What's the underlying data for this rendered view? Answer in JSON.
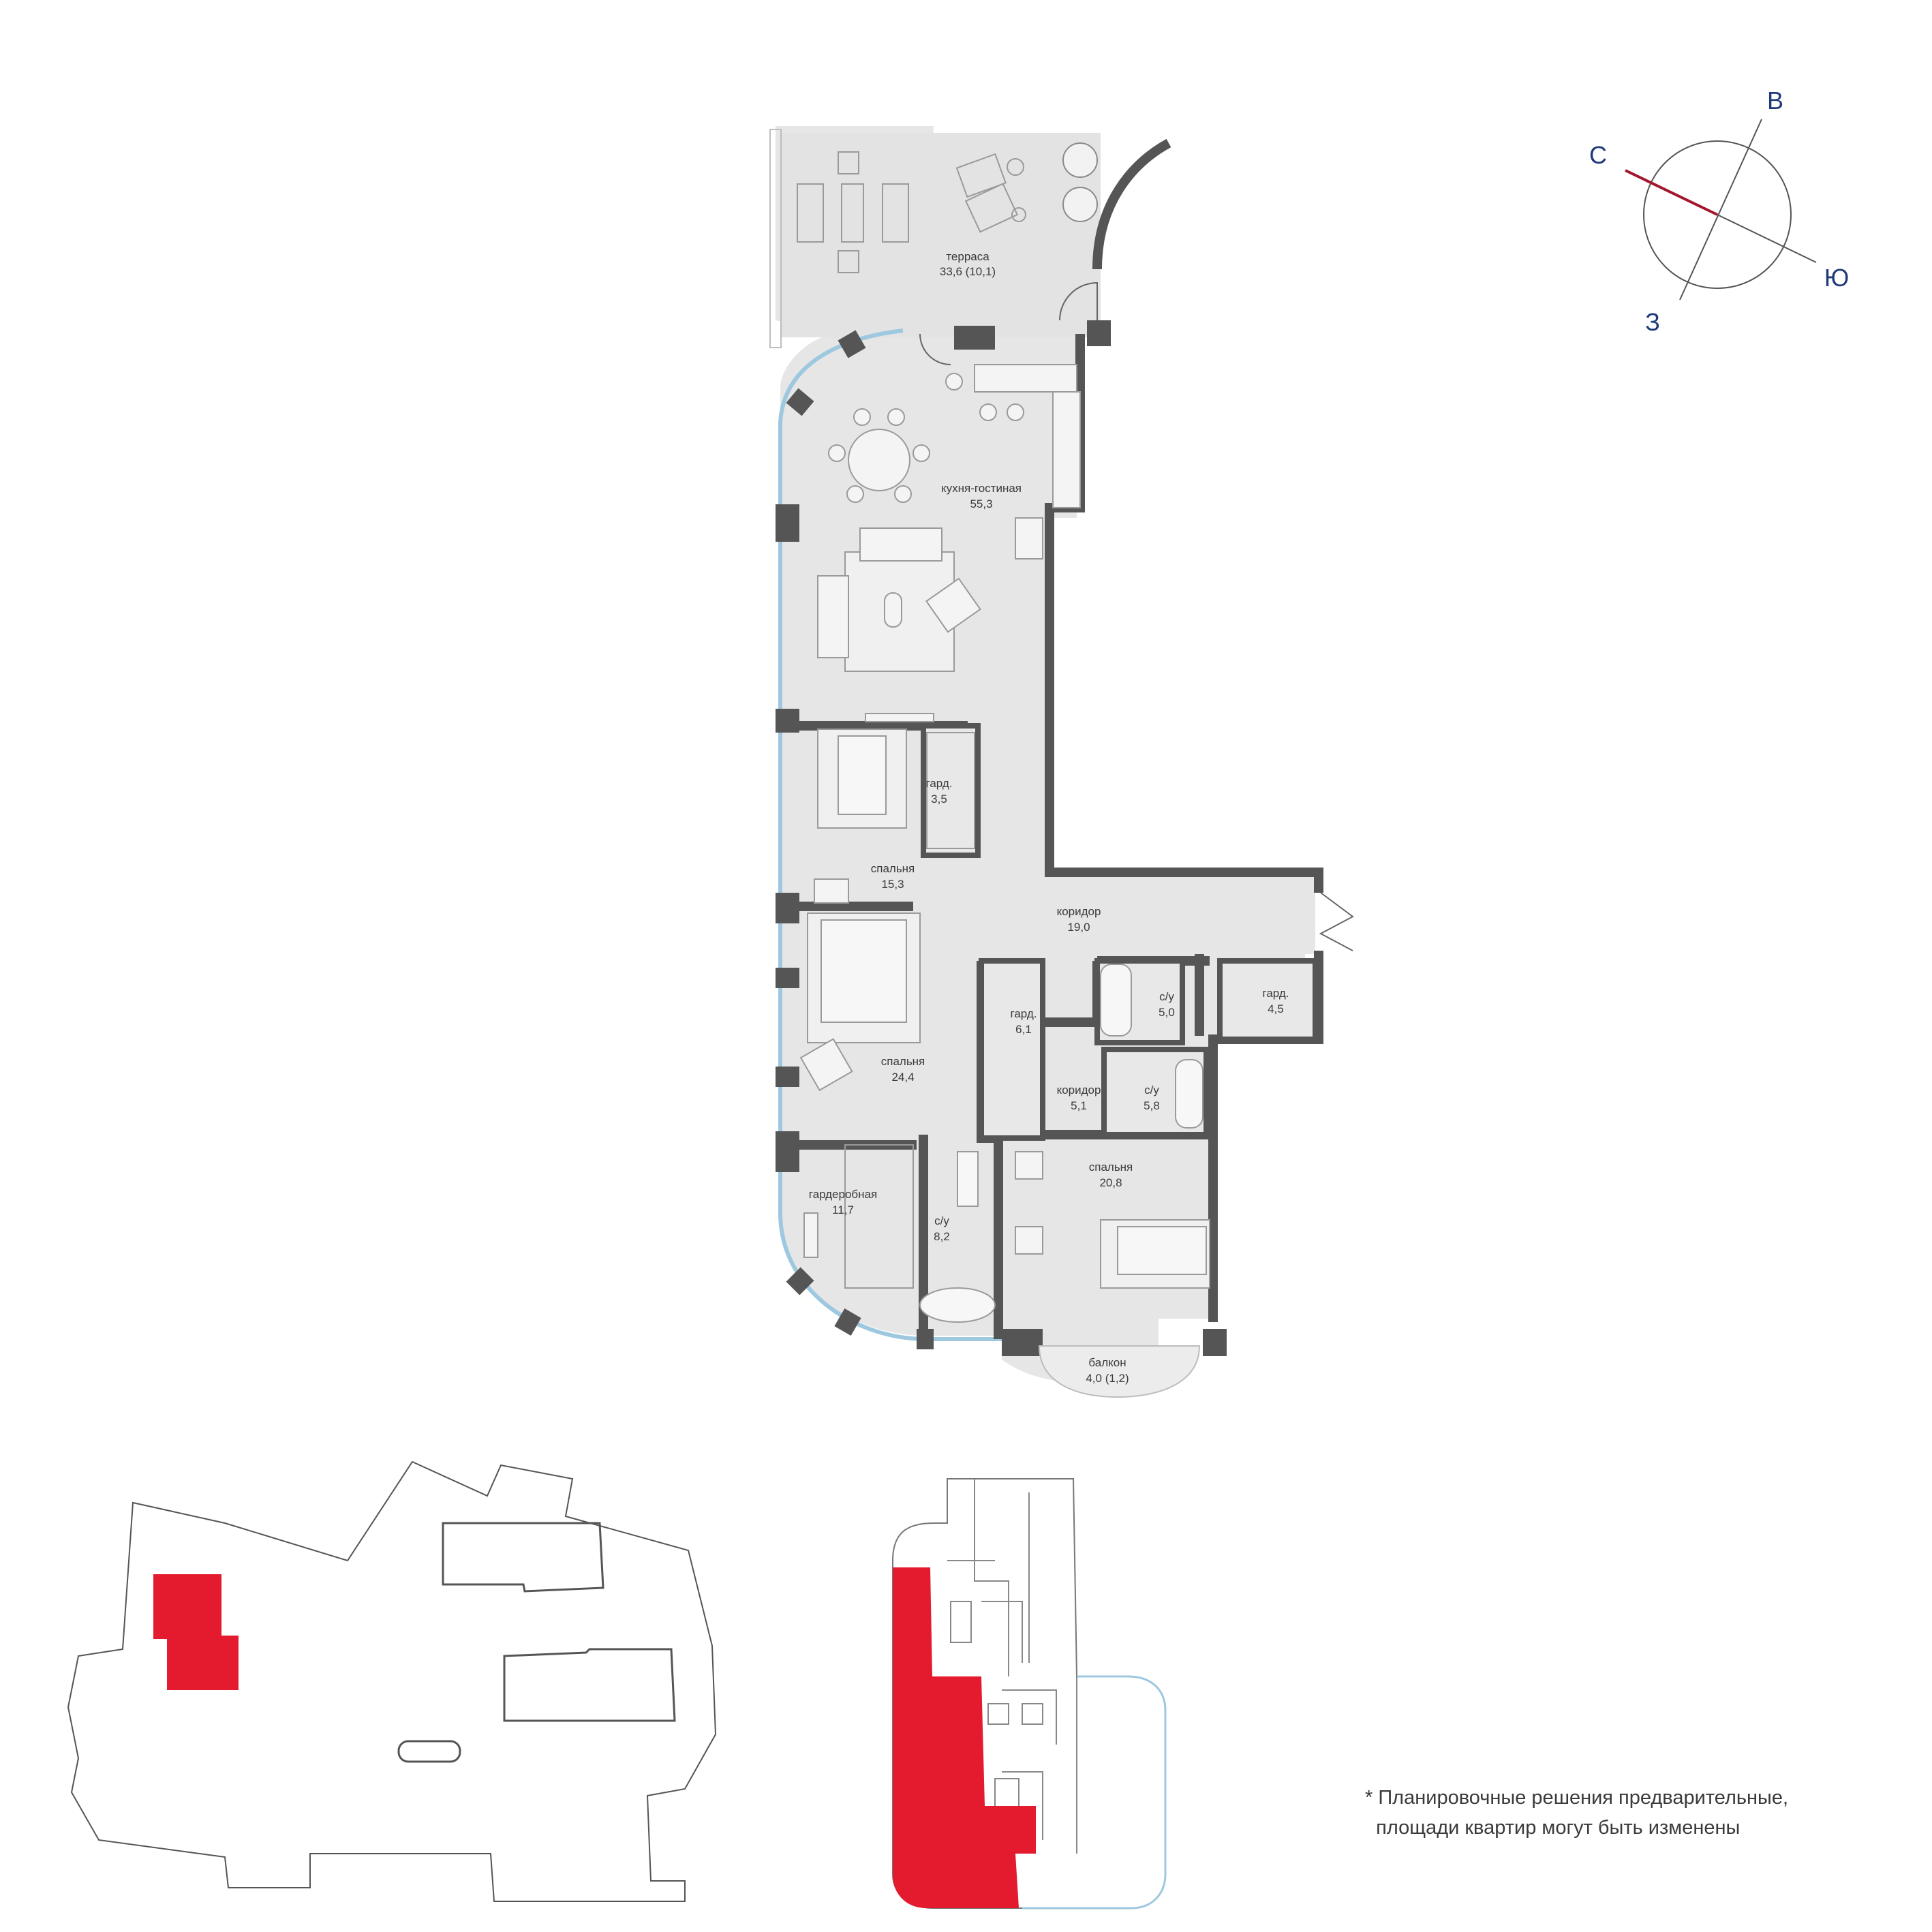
{
  "rooms": {
    "terrace": {
      "name": "терраса",
      "area": "33,6 (10,1)"
    },
    "kitchen": {
      "name": "кухня-гостиная",
      "area": "55,3"
    },
    "bedroom1": {
      "name": "спальня",
      "area": "15,3"
    },
    "wardrobe1": {
      "name": "гард.",
      "area": "3,5"
    },
    "corridor1": {
      "name": "коридор",
      "area": "19,0"
    },
    "bath1": {
      "name": "с/у",
      "area": "5,0"
    },
    "wardrobe2": {
      "name": "гард.",
      "area": "4,5"
    },
    "wardrobe3": {
      "name": "гард.",
      "area": "6,1"
    },
    "bedroom2": {
      "name": "спальня",
      "area": "24,4"
    },
    "corridor2": {
      "name": "коридор",
      "area": "5,1"
    },
    "bath2": {
      "name": "с/у",
      "area": "5,8"
    },
    "dressing": {
      "name": "гардеробная",
      "area": "11,7"
    },
    "bath3": {
      "name": "с/у",
      "area": "8,2"
    },
    "bedroom3": {
      "name": "спальня",
      "area": "20,8"
    },
    "balcony": {
      "name": "балкон",
      "area": "4,0 (1,2)"
    }
  },
  "compass": {
    "north": "С",
    "east": "В",
    "south": "Ю",
    "west": "З",
    "north_color": "#a3172e",
    "letter_color": "#1f3a7a"
  },
  "highlight_color": "#e41b2e",
  "note": {
    "line1": "* Планировочные решения предварительные,",
    "line2": "площади квартир могут быть изменены"
  }
}
